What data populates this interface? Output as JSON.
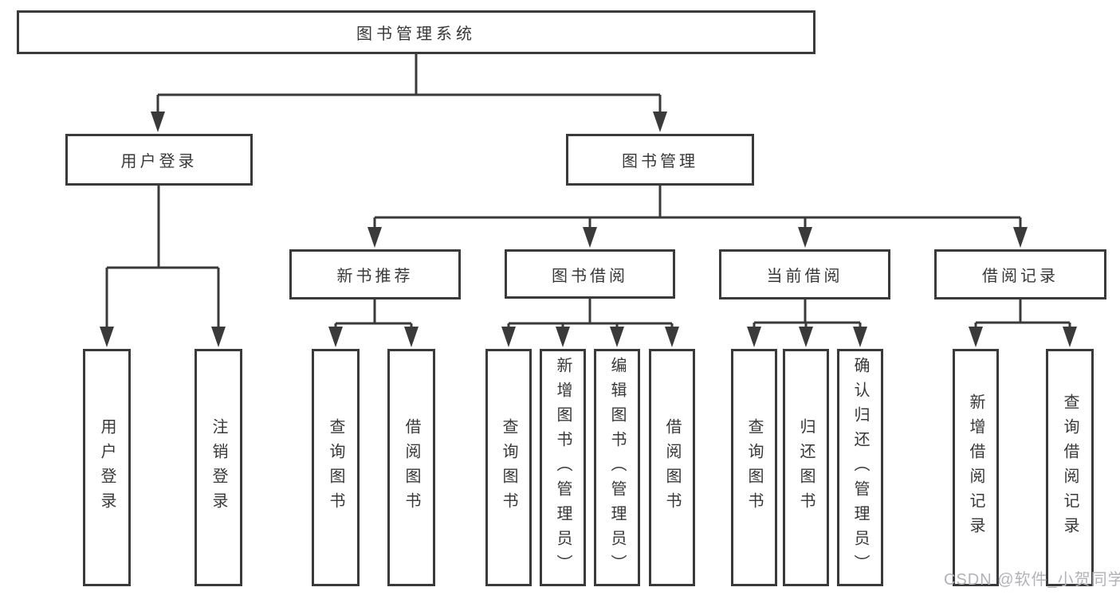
{
  "diagram": {
    "title": "图书管理系统",
    "level2": [
      {
        "label": "用户登录"
      },
      {
        "label": "图书管理"
      }
    ],
    "level3": [
      {
        "label": "新书推荐",
        "parent": "图书管理"
      },
      {
        "label": "图书借阅",
        "parent": "图书管理"
      },
      {
        "label": "当前借阅",
        "parent": "图书管理"
      },
      {
        "label": "借阅记录",
        "parent": "图书管理"
      }
    ],
    "leaves": [
      {
        "label": "用户登录",
        "parent": "用户登录"
      },
      {
        "label": "注销登录",
        "parent": "用户登录"
      },
      {
        "label": "查询图书",
        "parent": "新书推荐"
      },
      {
        "label": "借阅图书",
        "parent": "新书推荐"
      },
      {
        "label": "查询图书",
        "parent": "图书借阅"
      },
      {
        "label": "新增图书（管理员）",
        "parent": "图书借阅"
      },
      {
        "label": "编辑图书（管理员）",
        "parent": "图书借阅"
      },
      {
        "label": "借阅图书",
        "parent": "图书借阅"
      },
      {
        "label": "查询图书",
        "parent": "当前借阅"
      },
      {
        "label": "归还图书",
        "parent": "当前借阅"
      },
      {
        "label": "确认归还（管理员）",
        "parent": "当前借阅"
      },
      {
        "label": "新增借阅记录",
        "parent": "借阅记录"
      },
      {
        "label": "查询借阅记录",
        "parent": "借阅记录"
      }
    ]
  },
  "watermark": {
    "text": "CSDN @软件_小贺同学"
  },
  "colors": {
    "line": "#3a3a3a",
    "text": "#383838",
    "watermark": "#b2b2b7",
    "background": "#ffffff"
  }
}
